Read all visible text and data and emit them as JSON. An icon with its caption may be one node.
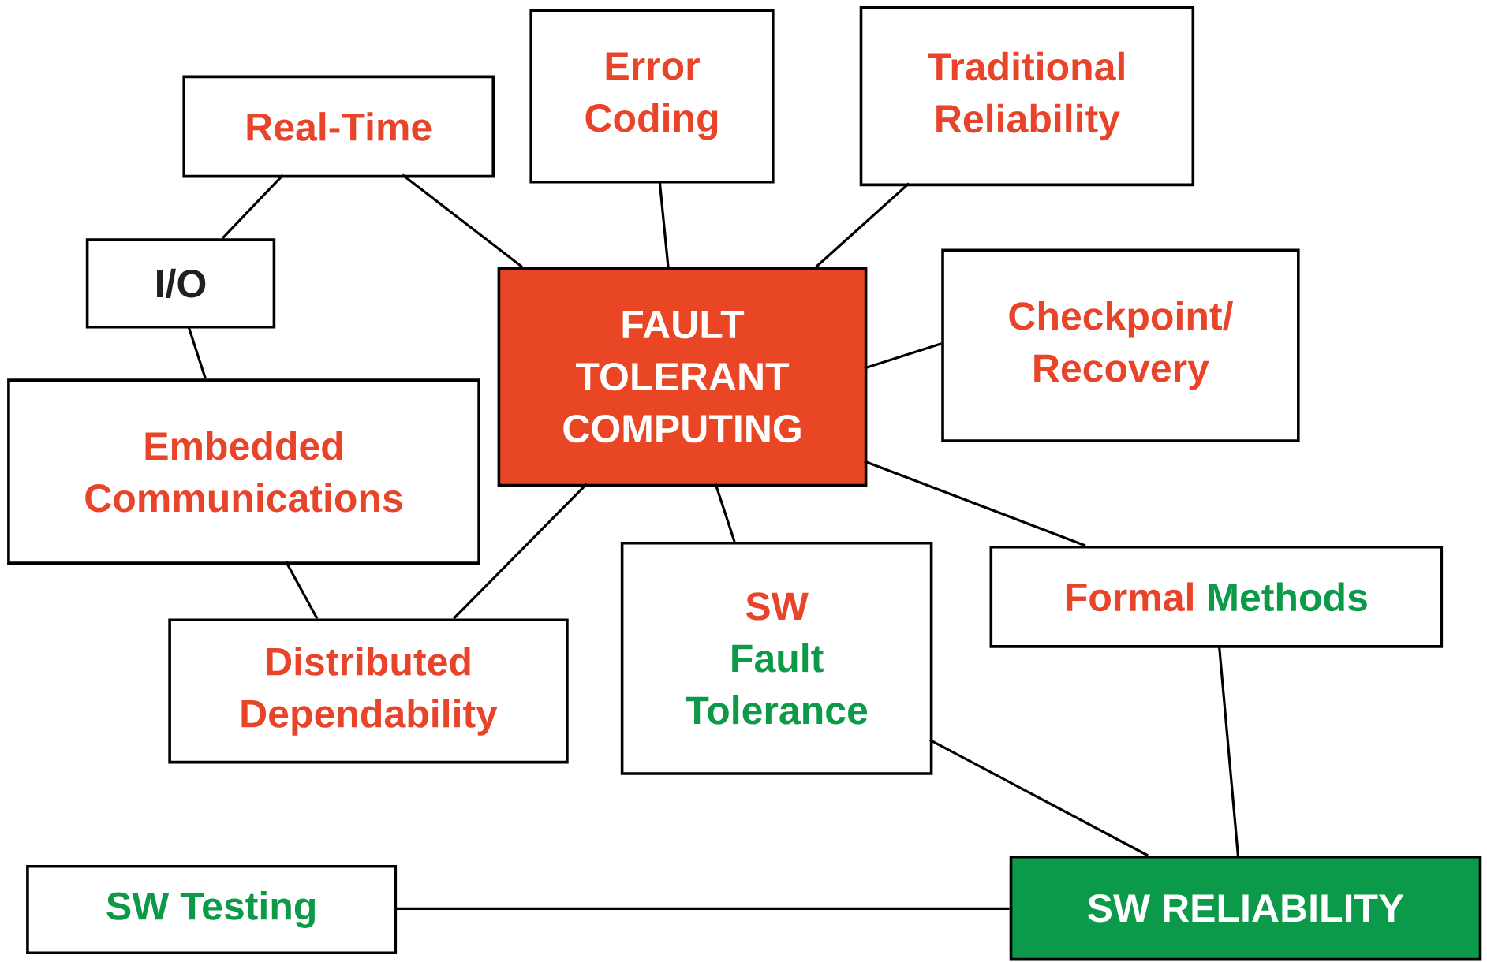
{
  "diagram": {
    "nodes": [
      {
        "text": [
          "Real-Time"
        ]
      },
      {
        "text": [
          "Error Coding"
        ]
      },
      {
        "text": [
          "Traditional Reliability"
        ]
      },
      {
        "text": [
          "I/O"
        ]
      },
      {
        "text": [
          "FAULT TOLERANT COMPUTING"
        ]
      },
      {
        "text": [
          "Checkpoint/ Recovery"
        ]
      },
      {
        "text": [
          "Embedded Communications"
        ]
      },
      {
        "text": [
          "Formal",
          "Methods"
        ]
      },
      {
        "text": [
          "Distributed Dependability"
        ]
      },
      {
        "text": [
          "SW",
          "Fault Tolerance"
        ]
      },
      {
        "text": [
          "SW Testing"
        ]
      },
      {
        "text": [
          "SW RELIABILITY"
        ]
      }
    ],
    "edges": [
      {
        "from": 0,
        "to": 3,
        "arrow": "none"
      },
      {
        "from": 0,
        "to": 4,
        "arrow": "none"
      },
      {
        "from": 1,
        "to": 4,
        "arrow": "none"
      },
      {
        "from": 2,
        "to": 4,
        "arrow": "none"
      },
      {
        "from": 3,
        "to": 6,
        "arrow": "none"
      },
      {
        "from": 4,
        "to": 5,
        "arrow": "none"
      },
      {
        "from": 4,
        "to": 8,
        "arrow": "none"
      },
      {
        "from": 4,
        "to": 9,
        "arrow": "none"
      },
      {
        "from": 4,
        "to": 7,
        "arrow": "none"
      },
      {
        "from": 6,
        "to": 8,
        "arrow": "none"
      },
      {
        "from": 9,
        "to": 11,
        "arrow": "none"
      },
      {
        "from": 7,
        "to": 11,
        "arrow": "none"
      },
      {
        "from": 10,
        "to": 11,
        "arrow": "none"
      }
    ]
  }
}
